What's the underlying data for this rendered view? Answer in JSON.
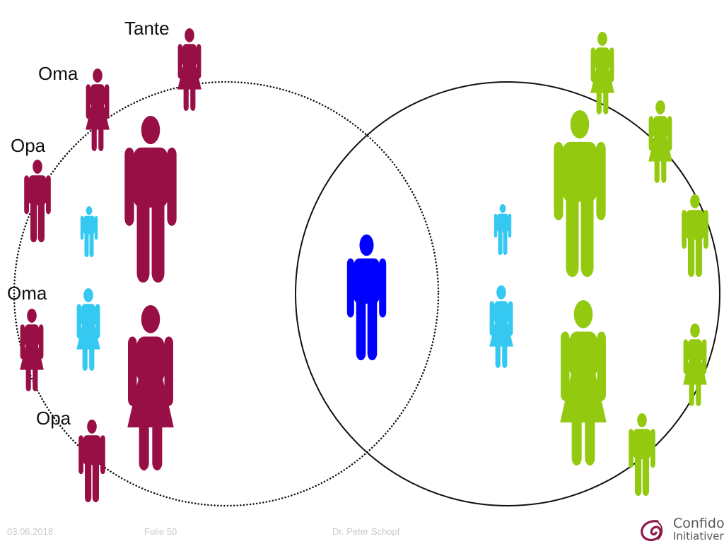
{
  "labels": {
    "tante": "Tante",
    "oma_top": "Oma",
    "opa_top": "Opa",
    "oma_bottom": "Oma",
    "opa_bottom": "Opa"
  },
  "footer": {
    "date": "03.06.2018",
    "slide": "Folie 50",
    "author": "Dr. Peter Schopf"
  },
  "logo": {
    "line1": "Confido",
    "line2": "Initiativen",
    "color": "#8c1a48"
  },
  "colors": {
    "left_family": "#970f45",
    "right_family": "#93c90f",
    "children": "#35c9f2",
    "center_person": "#0000ff",
    "circle_stroke": "#111111"
  },
  "circles": [
    {
      "name": "left-family-circle",
      "style": "dotted"
    },
    {
      "name": "right-family-circle",
      "style": "solid"
    }
  ],
  "figures": [
    {
      "name": "figure-tante",
      "gender": "female",
      "group": "left"
    },
    {
      "name": "figure-oma-top",
      "gender": "female",
      "group": "left"
    },
    {
      "name": "figure-opa-top",
      "gender": "male",
      "group": "left"
    },
    {
      "name": "figure-left-father",
      "gender": "male",
      "group": "left"
    },
    {
      "name": "figure-left-child-boy",
      "gender": "male",
      "group": "child"
    },
    {
      "name": "figure-oma-bottom",
      "gender": "female",
      "group": "left"
    },
    {
      "name": "figure-left-child-girl",
      "gender": "female",
      "group": "child"
    },
    {
      "name": "figure-left-mother",
      "gender": "female",
      "group": "left"
    },
    {
      "name": "figure-opa-bottom",
      "gender": "male",
      "group": "left"
    },
    {
      "name": "figure-center-person",
      "gender": "male",
      "group": "center"
    },
    {
      "name": "figure-right-top-woman",
      "gender": "female",
      "group": "right"
    },
    {
      "name": "figure-right-father",
      "gender": "male",
      "group": "right"
    },
    {
      "name": "figure-right-upper-woman",
      "gender": "female",
      "group": "right"
    },
    {
      "name": "figure-right-child-boy",
      "gender": "male",
      "group": "child"
    },
    {
      "name": "figure-right-middle-man",
      "gender": "male",
      "group": "right"
    },
    {
      "name": "figure-right-child-girl",
      "gender": "female",
      "group": "child"
    },
    {
      "name": "figure-right-mother",
      "gender": "female",
      "group": "right"
    },
    {
      "name": "figure-right-lower-woman",
      "gender": "female",
      "group": "right"
    },
    {
      "name": "figure-right-bottom-man",
      "gender": "male",
      "group": "right"
    }
  ]
}
